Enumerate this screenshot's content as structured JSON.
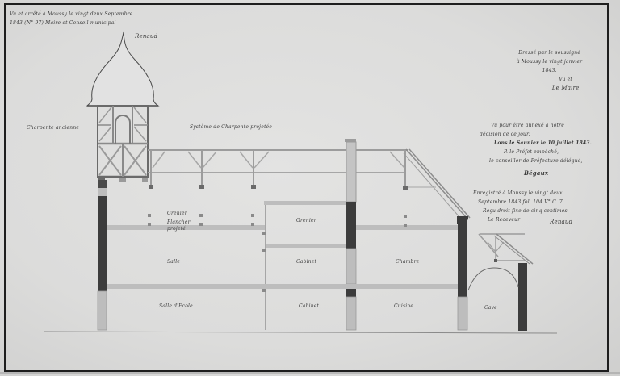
{
  "drawing": {
    "type": "architectural cross-section",
    "colors": {
      "paper": "#dedede",
      "border": "#1e1e1e",
      "wall_dark": "#3c3c3c",
      "wall_light": "#b8b8b8",
      "beam": "#c2c2c2",
      "ink": "#3a3a3a"
    }
  },
  "annotations": {
    "top_left": {
      "line1": "Vu et arrêté à Moussy le vingt deux Septembre",
      "line2": "1843 (N° 97) Maire et Conseil municipal",
      "signature": "Renaud"
    },
    "top_right": {
      "line1": "Dressé par le soussigné",
      "line2": "à Moussy le vingt janvier",
      "line3": "1843.",
      "line4": "Vu et",
      "signature": "Le Maire"
    },
    "right_middle": {
      "line1": "Vu pour être annexé à notre",
      "line2": "décision de ce jour.",
      "line3": "Lons le Saunier le 10 juillet 1843.",
      "line4": "P. le Préfet empêché,",
      "line5": "le conseiller de Préfecture délégué,",
      "signature": "Bégaux"
    },
    "right_lower": {
      "line1": "Enregistré à Moussy le vingt deux",
      "line2": "Septembre 1843 fol. 104 V° C. 7",
      "line3": "Reçu droit fixe de cinq centimes",
      "line4": "Le Receveur",
      "signature": "Renaud"
    }
  },
  "labels": {
    "charpente_ancienne": "Charpente ancienne",
    "systeme_charpente": "Système de Charpente projetée",
    "attic_left_1": "Grenier",
    "attic_left_2": "Plancher",
    "attic_left_3": "projeté",
    "attic_mid": "Grenier",
    "salle": "Salle",
    "cabinet_upper": "Cabinet",
    "chambre": "Chambre",
    "salle_ecole": "Salle d'École",
    "cabinet_lower": "Cabinet",
    "cuisine": "Cuisine",
    "cave": "Cave"
  }
}
